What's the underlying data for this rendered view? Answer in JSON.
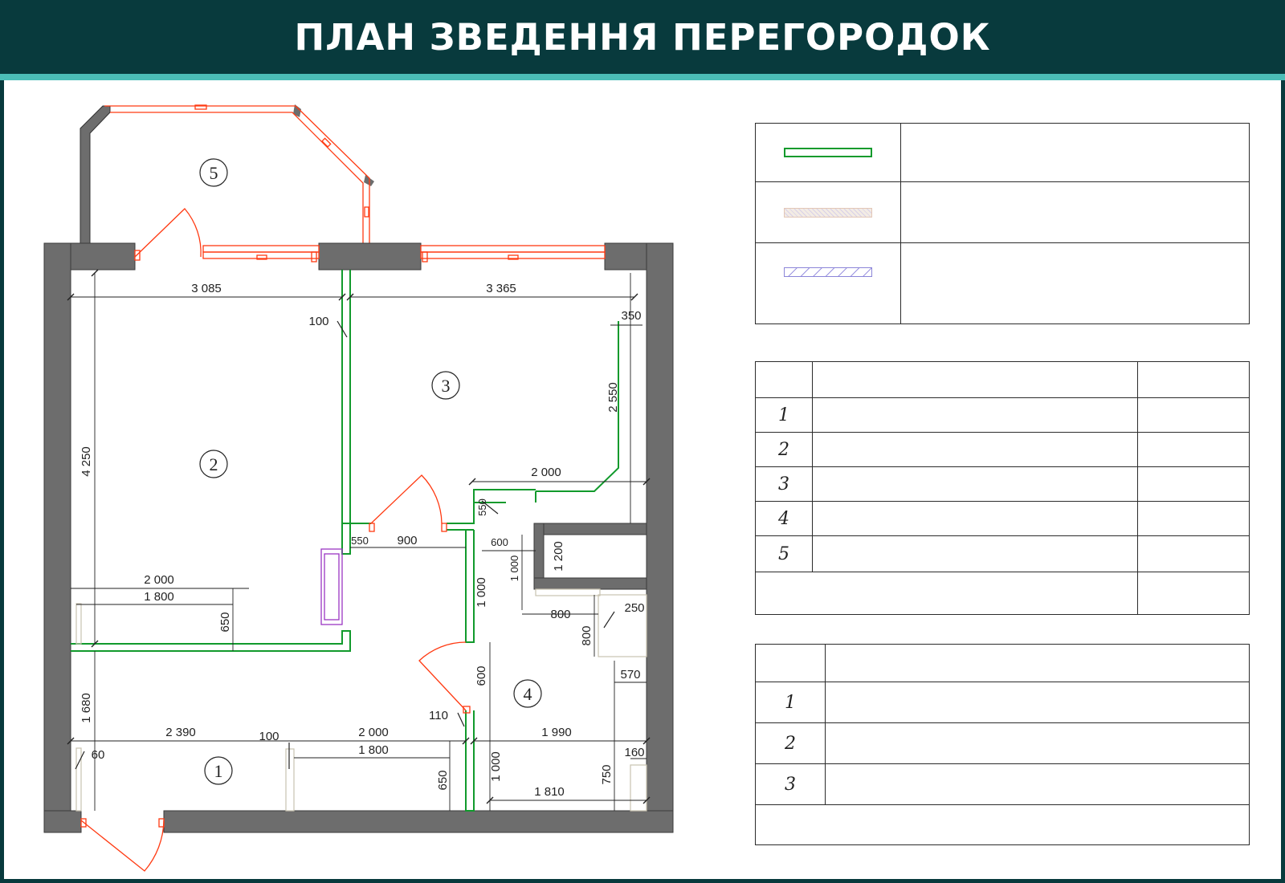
{
  "header": {
    "title": "ПЛАН ЗВЕДЕННЯ ПЕРЕГОРОДОК"
  },
  "colors": {
    "header_bg": "#083a3d",
    "accent_stripe": "#4bbdb7",
    "wall": "#6d6d6d",
    "new_partition": "#119a2c",
    "window_door": "#ff3a12",
    "radiator": "#9a36c4",
    "dimension_line": "#222222"
  },
  "plan": {
    "room_labels": [
      "1",
      "2",
      "3",
      "4",
      "5"
    ],
    "dimensions": [
      "3 085",
      "3 365",
      "350",
      "100",
      "2 550",
      "4 250",
      "2 000",
      "550",
      "550",
      "900",
      "600",
      "1 200",
      "1 000",
      "1 000",
      "2 000",
      "1 800",
      "650",
      "800",
      "250",
      "800",
      "600",
      "570",
      "1 680",
      "110",
      "2 390",
      "100",
      "2 000",
      "1 800",
      "1 990",
      "60",
      "160",
      "650",
      "1 000",
      "750",
      "1 810"
    ]
  },
  "legend": {
    "rows": [
      {
        "swatch": "new-partition",
        "text": ""
      },
      {
        "swatch": "demolished",
        "text": ""
      },
      {
        "swatch": "opening",
        "text": ""
      }
    ]
  },
  "rooms_table": {
    "rows": [
      "1",
      "2",
      "3",
      "4",
      "5"
    ]
  },
  "notes_table": {
    "rows": [
      "1",
      "2",
      "3"
    ]
  }
}
